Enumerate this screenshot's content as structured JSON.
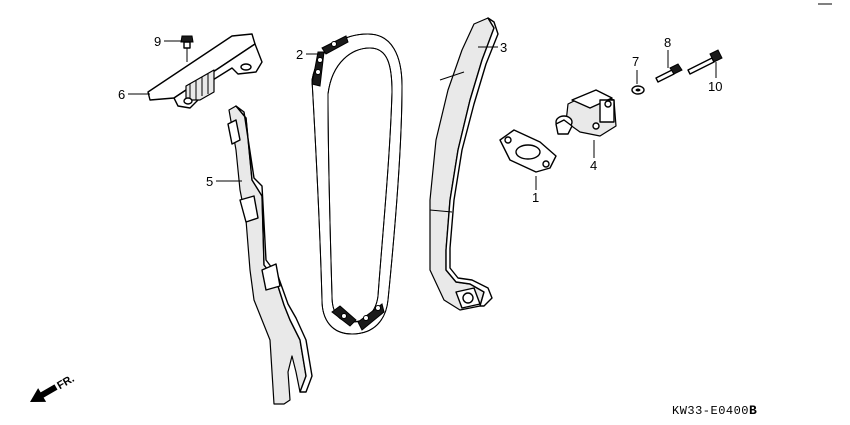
{
  "diagram_code": "KW33-E0400",
  "diagram_code_suffix": "B",
  "direction_label": "FR.",
  "callouts": {
    "c1": "1",
    "c2": "2",
    "c3": "3",
    "c4": "4",
    "c5": "5",
    "c6": "6",
    "c7": "7",
    "c8": "8",
    "c9": "9",
    "c10": "10"
  }
}
